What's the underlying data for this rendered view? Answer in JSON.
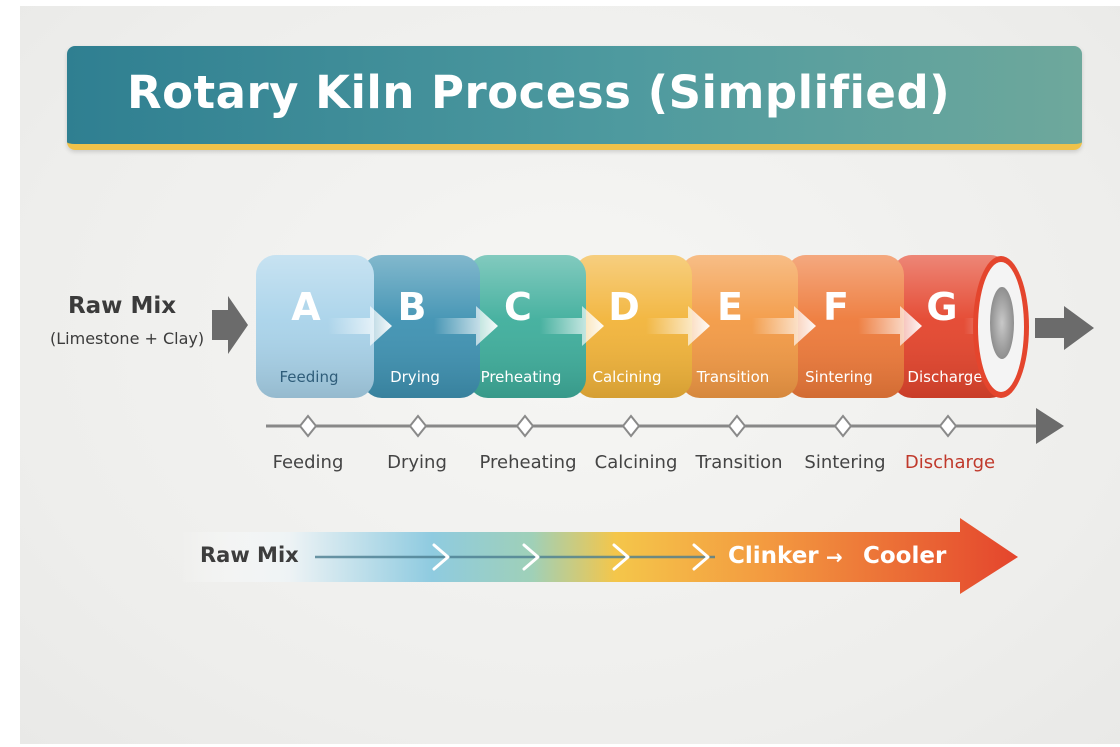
{
  "title": "Rotary Kiln Process (Simplified)",
  "input": {
    "label": "Raw Mix",
    "sublabel": "(Limestone + Clay)"
  },
  "stages": [
    {
      "letter": "A",
      "label": "Feeding",
      "color": "#a9d3ea",
      "label_color": "#2f5d7a"
    },
    {
      "letter": "B",
      "label": "Drying",
      "color": "#3f92b2",
      "label_color": "#ffffff"
    },
    {
      "letter": "C",
      "label": "Preheating",
      "color": "#3fae9c",
      "label_color": "#ffffff"
    },
    {
      "letter": "D",
      "label": "Calcining",
      "color": "#f2b43a",
      "label_color": "#ffffff"
    },
    {
      "letter": "E",
      "label": "Transition",
      "color": "#f39a45",
      "label_color": "#ffffff"
    },
    {
      "letter": "F",
      "label": "Sintering",
      "color": "#ee7a3a",
      "label_color": "#ffffff"
    },
    {
      "letter": "G",
      "label": "Discharge",
      "color": "#e4452d",
      "label_color": "#ffffff"
    }
  ],
  "timeline": {
    "labels": [
      "Feeding",
      "Drying",
      "Preheating",
      "Calcining",
      "Transition",
      "Sintering",
      "Discharge"
    ],
    "highlight_color": "#c0392b"
  },
  "flow": {
    "start": "Raw Mix",
    "end_left": "Clinker",
    "end_right": "Cooler",
    "arrow_glyph": "→"
  },
  "colors": {
    "title_bar": "#3b8a96",
    "title_underline": "#f0c24a",
    "arrow_gray": "#6b6b6b"
  }
}
